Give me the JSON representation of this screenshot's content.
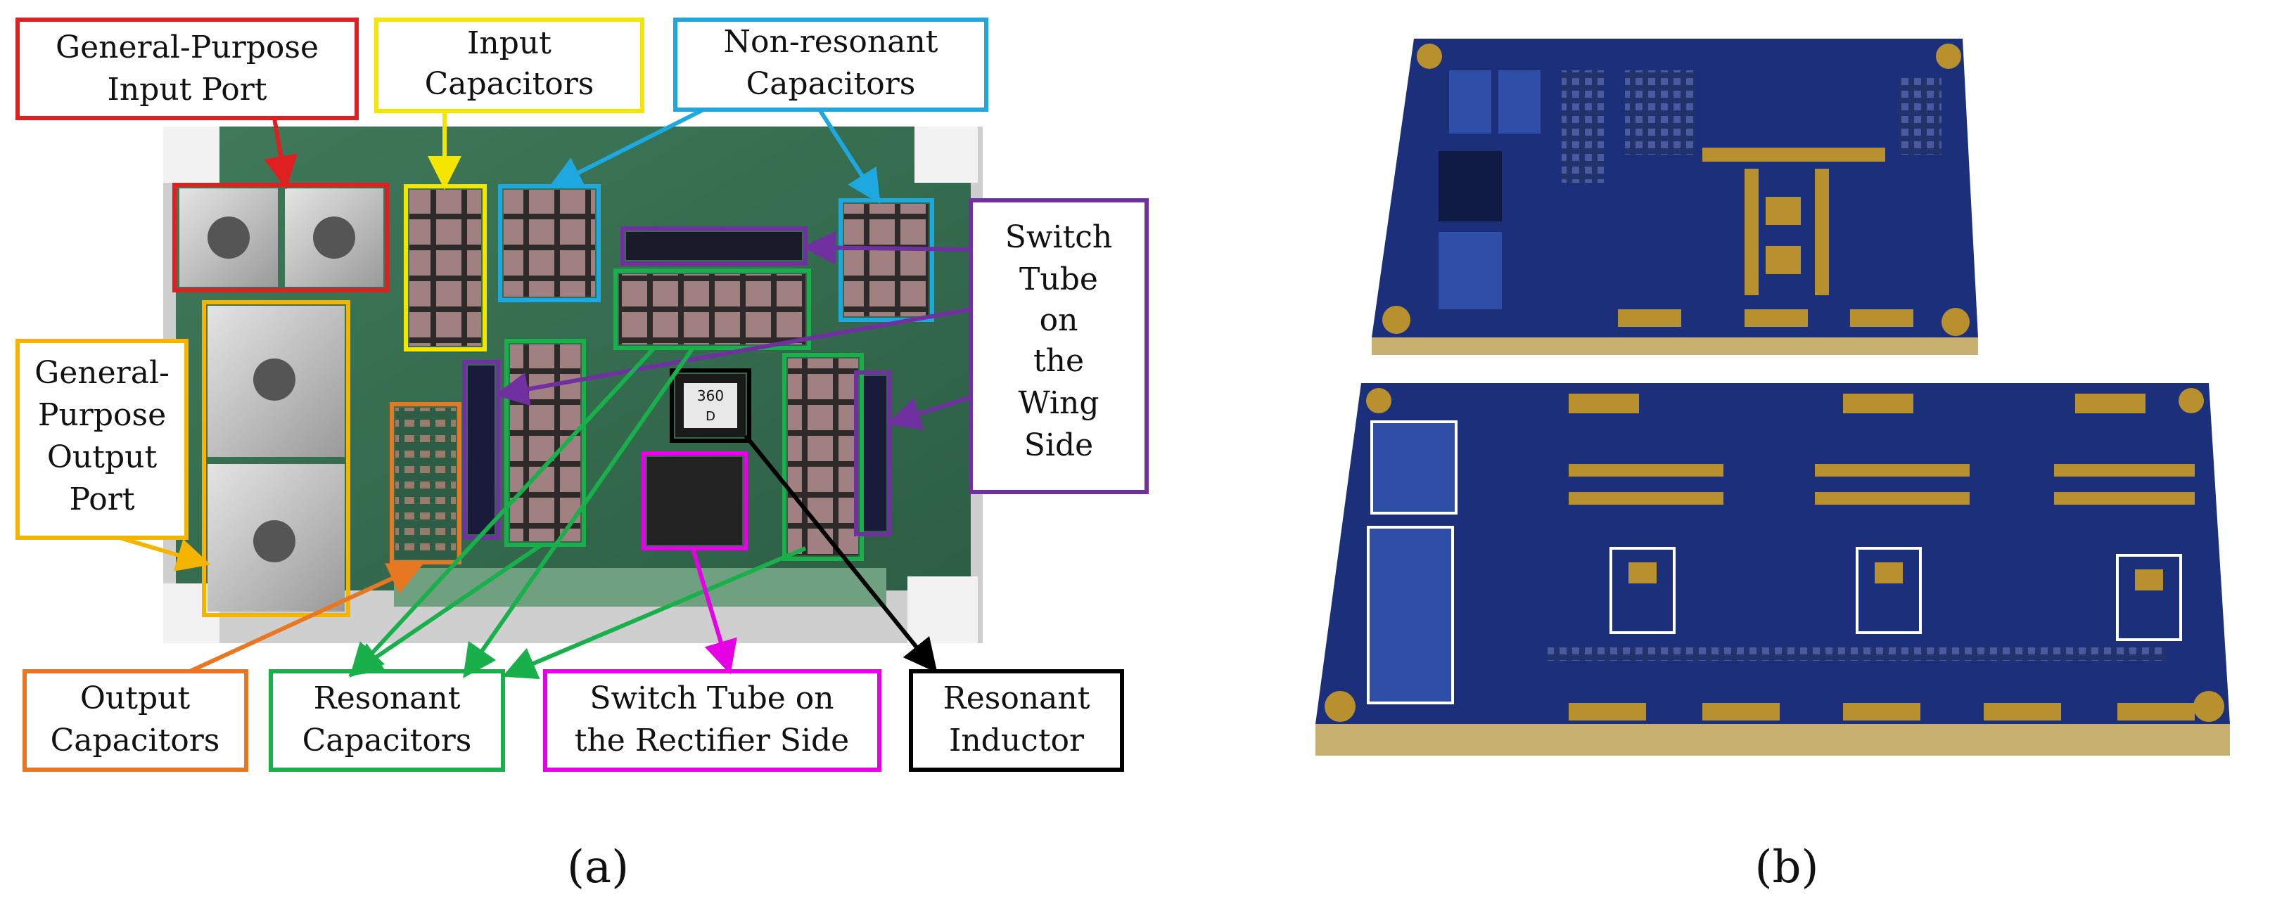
{
  "panel_a": {
    "caption": "(a)",
    "labels": {
      "input_port_l1": "General-Purpose",
      "input_port_l2": "Input Port",
      "input_caps_l1": "Input",
      "input_caps_l2": "Capacitors",
      "nonres_l1": "Non-resonant",
      "nonres_l2": "Capacitors",
      "wing_l1": "Switch",
      "wing_l2": "Tube",
      "wing_l3": "on",
      "wing_l4": "the",
      "wing_l5": "Wing",
      "wing_l6": "Side",
      "output_port_l1": "General-",
      "output_port_l2": "Purpose",
      "output_port_l3": "Output",
      "output_port_l4": "Port",
      "output_caps_l1": "Output",
      "output_caps_l2": "Capacitors",
      "resonant_caps_l1": "Resonant",
      "resonant_caps_l2": "Capacitors",
      "rectifier_l1": "Switch Tube on",
      "rectifier_l2": "the Rectifier Side",
      "inductor_l1": "Resonant",
      "inductor_l2": "Inductor"
    },
    "inductor_marking_l1": "360",
    "inductor_marking_l2": "D"
  },
  "panel_b": {
    "caption": "(b)"
  },
  "colors": {
    "input_port": "#e02020",
    "input_caps": "#f5e600",
    "nonres_caps": "#1ea8e0",
    "wing_switch": "#7030a0",
    "output_port": "#f5b400",
    "output_caps": "#e87722",
    "resonant_caps": "#19b04b",
    "rectifier_switch": "#e600e6",
    "inductor": "#000000",
    "pcb_blue": "#1b2f7a",
    "pad_gold": "#b8912e"
  }
}
